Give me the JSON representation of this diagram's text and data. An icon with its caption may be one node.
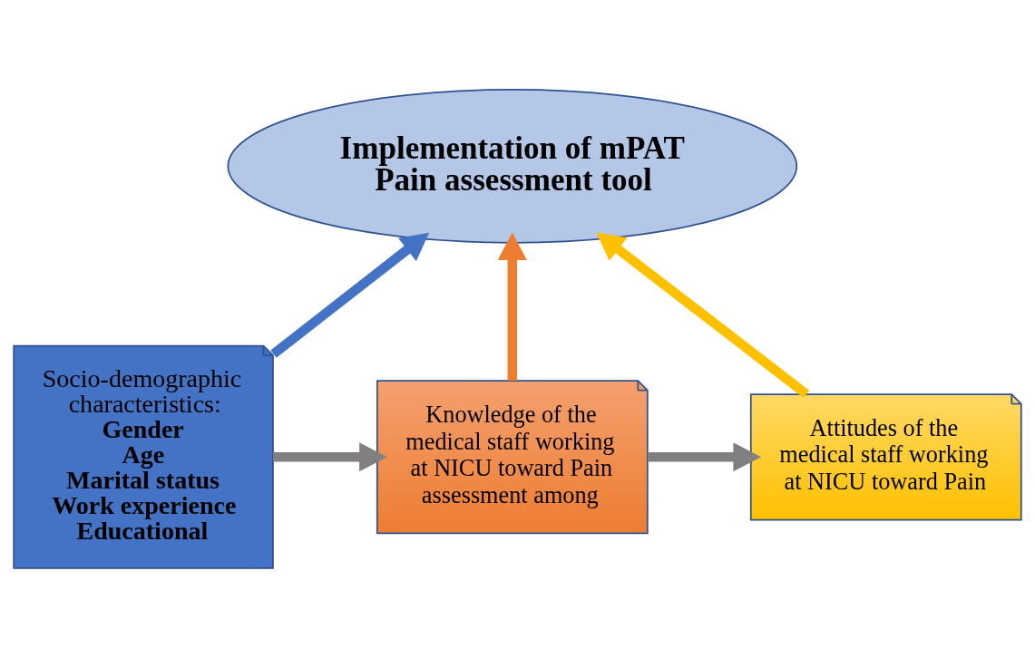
{
  "diagram": {
    "nodes": [
      {
        "text": [
          "Implementation of mPAT",
          "Pain assessment tool"
        ]
      },
      {
        "text": [
          "Socio-demographic characteristics:",
          "Gender",
          "Age",
          "Marital status",
          "Work experience",
          "Educational"
        ]
      },
      {
        "text": [
          "Knowledge of the medical staff working at NICU toward Pain assessment among"
        ]
      },
      {
        "text": [
          "Attitudes of the medical staff working at NICU toward Pain"
        ]
      }
    ],
    "edges": [
      {
        "from": 1,
        "to": 0,
        "arrow": "to",
        "color": "#4472c4"
      },
      {
        "from": 2,
        "to": 0,
        "arrow": "to",
        "color": "#ed7d31"
      },
      {
        "from": 3,
        "to": 0,
        "arrow": "to",
        "color": "#ffc000"
      },
      {
        "from": 1,
        "to": 2,
        "arrow": "to",
        "color": "#808080"
      },
      {
        "from": 2,
        "to": 3,
        "arrow": "to",
        "color": "#808080"
      }
    ]
  }
}
